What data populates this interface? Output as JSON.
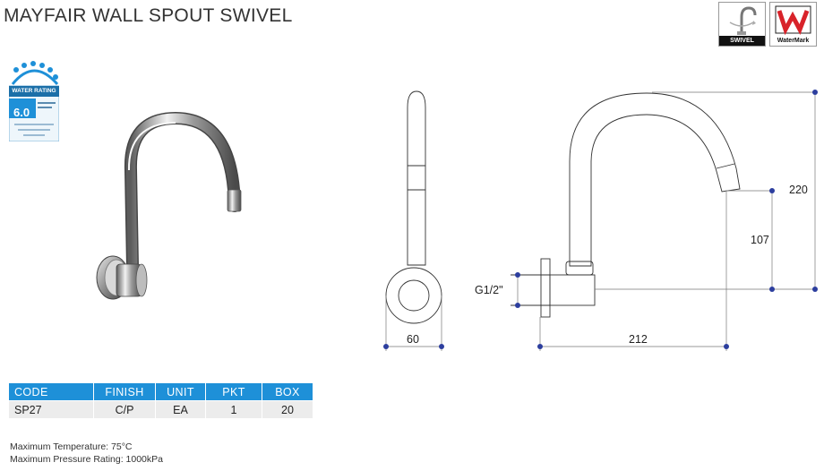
{
  "header": {
    "title": "MAYFAIR WALL SPOUT SWIVEL"
  },
  "badges": {
    "swivel_label": "SWIVEL",
    "watermark_label": "WaterMark"
  },
  "water_rating": {
    "label": "WATER RATING",
    "value": "6.0"
  },
  "diagram": {
    "dim_220": "220",
    "dim_107": "107",
    "dim_thread": "G1/2\"",
    "dim_60": "60",
    "dim_212": "212"
  },
  "table": {
    "headers": [
      "CODE",
      "FINISH",
      "UNIT",
      "PKT",
      "BOX"
    ],
    "rows": [
      [
        "SP27",
        "C/P",
        "EA",
        "1",
        "20"
      ]
    ]
  },
  "notes": [
    "Maximum Temperature: 75°C",
    "Maximum Pressure Rating: 1000kPa"
  ],
  "colors": {
    "accent": "#1e90d8",
    "dimension_dot": "#2c3e9e"
  }
}
